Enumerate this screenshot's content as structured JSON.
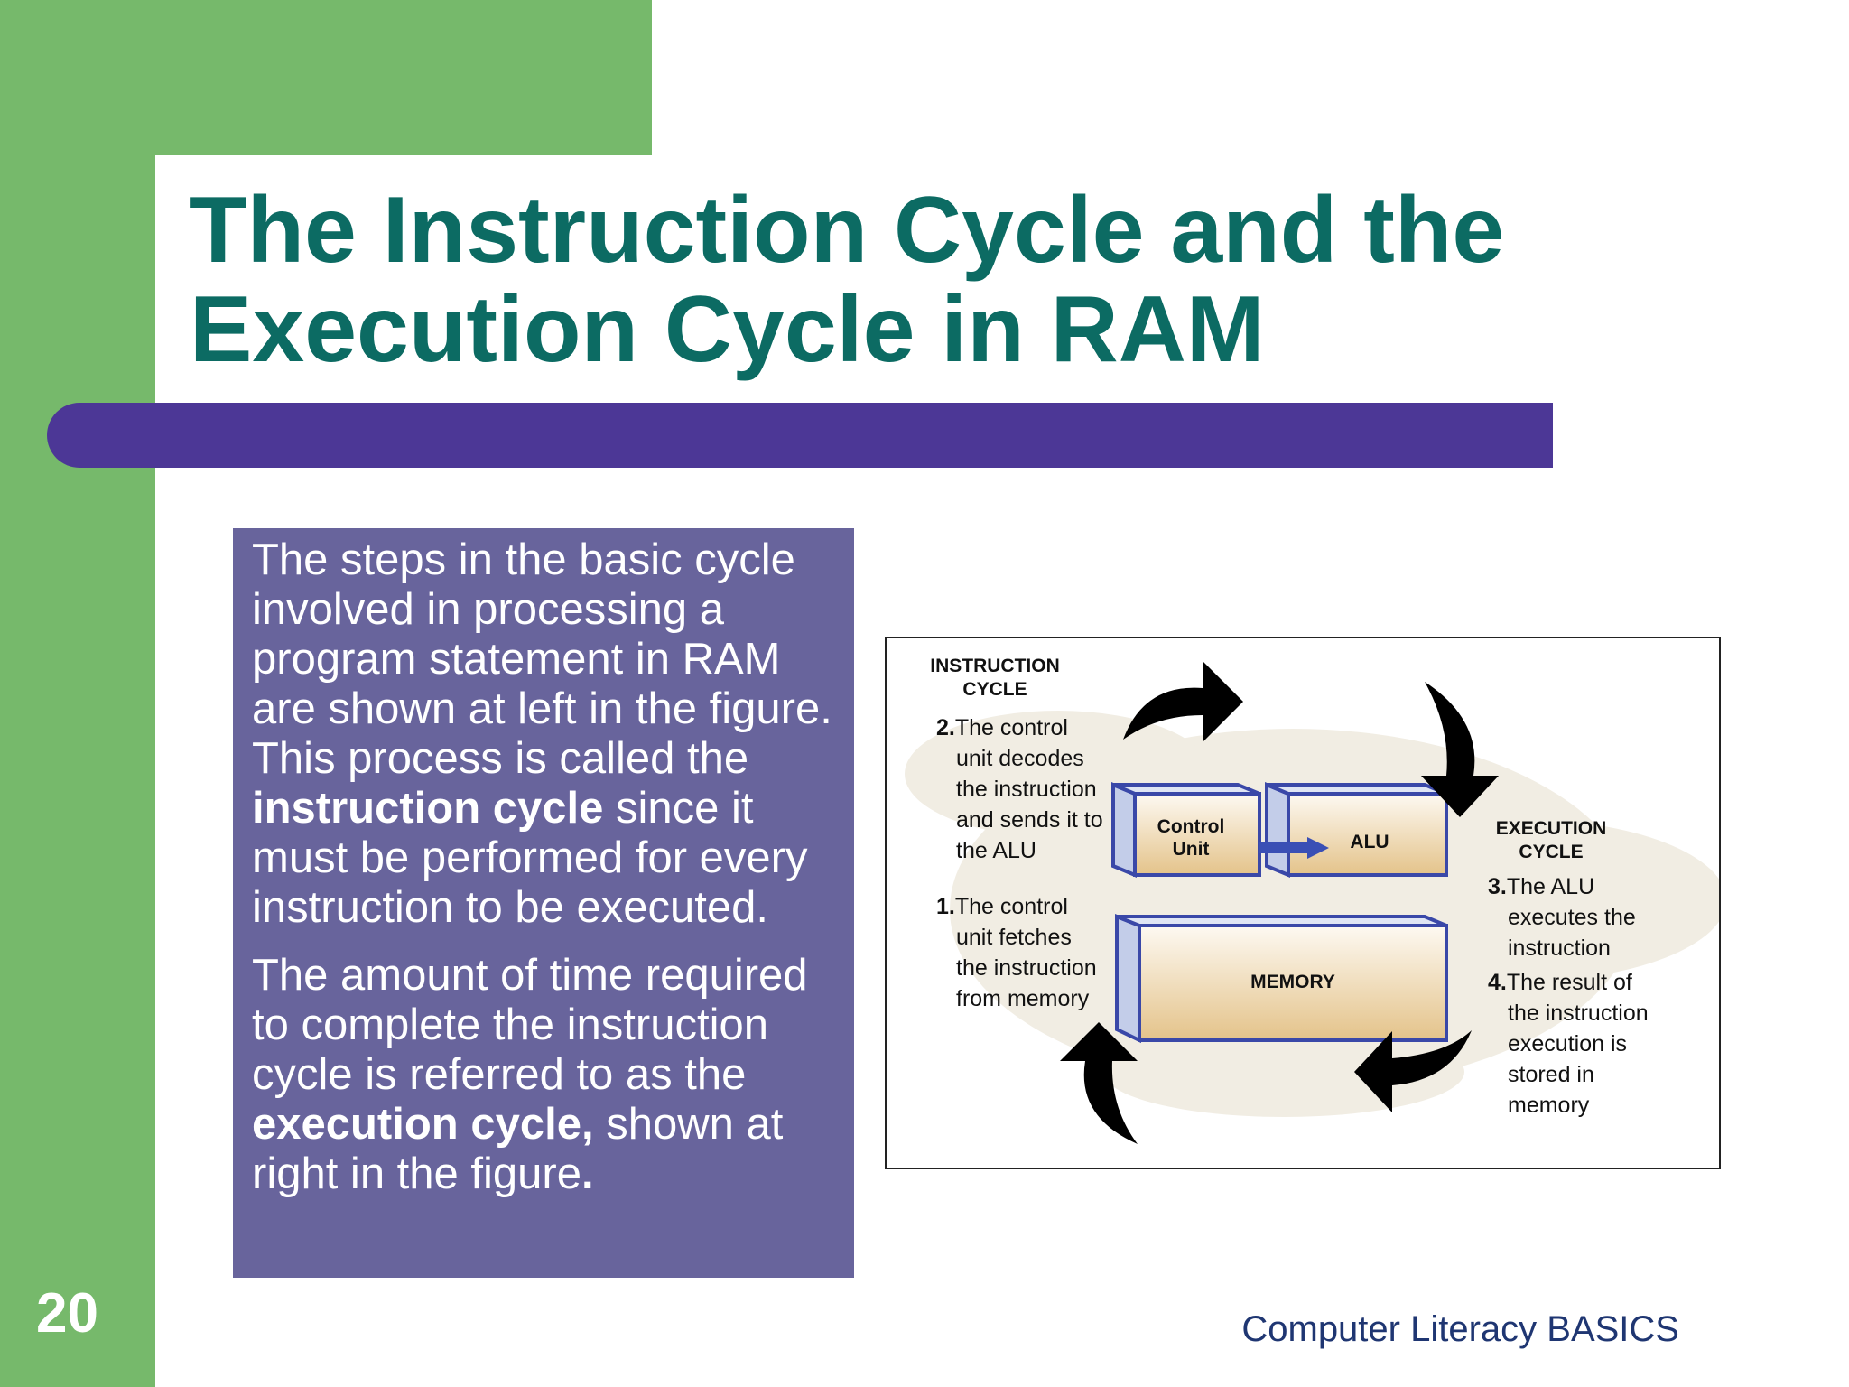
{
  "slide": {
    "title_line1": "The Instruction Cycle and the",
    "title_line2": "Execution Cycle in RAM",
    "number": "20",
    "footer": "Computer Literacy BASICS"
  },
  "textbox": {
    "p1_before": "The steps in the basic cycle involved in processing a program statement in RAM are shown at left in the figure. This process is called the ",
    "p1_bold": "instruction cycle",
    "p1_after": " since it must be performed for every instruction to be executed.",
    "p2_before": "The amount of time required to complete the instruction cycle is referred to as the ",
    "p2_bold": "execution cycle,",
    "p2_after": " shown at right in the figure",
    "p2_end": "."
  },
  "figure": {
    "instruction_heading_1": "INSTRUCTION",
    "instruction_heading_2": "CYCLE",
    "execution_heading_1": "EXECUTION",
    "execution_heading_2": "CYCLE",
    "step2_num": "2.",
    "step2_l1": "The control",
    "step2_l2": "unit decodes",
    "step2_l3": "the instruction",
    "step2_l4": "and sends it to",
    "step2_l5": "the ALU",
    "step1_num": "1.",
    "step1_l1": "The control",
    "step1_l2": "unit fetches",
    "step1_l3": "the instruction",
    "step1_l4": "from memory",
    "step3_num": "3.",
    "step3_l1": "The ALU",
    "step3_l2": "executes the",
    "step3_l3": "instruction",
    "step4_num": "4.",
    "step4_l1": "The result of",
    "step4_l2": "the instruction",
    "step4_l3": "execution is",
    "step4_l4": "stored in",
    "step4_l5": "memory",
    "control_unit_1": "Control",
    "control_unit_2": "Unit",
    "alu": "ALU",
    "memory": "MEMORY"
  },
  "colors": {
    "green": "#76b96b",
    "title_teal": "#0c6b63",
    "purple_bar": "#4c3796",
    "textbox_bg": "#68649c",
    "footer_blue": "#1f3672",
    "box_blue": "#3a48a8",
    "box_front": "#e7c98f"
  }
}
